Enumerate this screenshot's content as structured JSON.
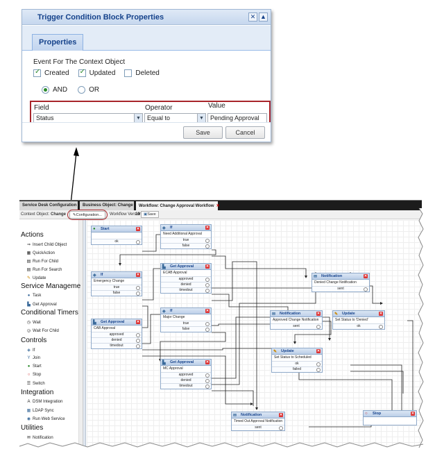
{
  "dialog": {
    "title": "Trigger Condition Block Properties",
    "tab": "Properties",
    "event_label": "Event For The Context Object",
    "events": [
      {
        "label": "Created",
        "checked": true
      },
      {
        "label": "Updated",
        "checked": true
      },
      {
        "label": "Deleted",
        "checked": false
      }
    ],
    "logic": [
      {
        "label": "AND",
        "selected": true
      },
      {
        "label": "OR",
        "selected": false
      }
    ],
    "columns": {
      "field": "Field",
      "operator": "Operator",
      "value": "Value"
    },
    "field_value": "Status",
    "operator_value": "Equal to",
    "value_value": "Pending Approval",
    "save": "Save",
    "cancel": "Cancel"
  },
  "workflow": {
    "tabs": [
      "Service Desk Configuration",
      "Business Object: Change",
      "Workflow: Change Approval Workflow"
    ],
    "context_label": "Context Object:",
    "context_value": "Change",
    "configuration": "Configuration...",
    "version_label": "Workflow Version:",
    "version_value": "19",
    "save": "Save",
    "toolbox": {
      "sections": [
        {
          "title": "Actions",
          "items": [
            {
              "label": "Insert Child Object",
              "icon": "insert-icon"
            },
            {
              "label": "QuickAction",
              "icon": "quickaction-icon"
            },
            {
              "label": "Run For Child",
              "icon": "run-child-icon"
            },
            {
              "label": "Run For Search",
              "icon": "run-search-icon"
            },
            {
              "label": "Update",
              "icon": "pencil-icon"
            }
          ]
        },
        {
          "title": "Service Manageme",
          "items": [
            {
              "label": "Task",
              "icon": "task-icon"
            },
            {
              "label": "Get Approval",
              "icon": "approval-icon"
            }
          ]
        },
        {
          "title": "Conditional Timers",
          "items": [
            {
              "label": "Wait",
              "icon": "clock-icon"
            },
            {
              "label": "Wait For Child",
              "icon": "clock-child-icon"
            }
          ]
        },
        {
          "title": "Controls",
          "items": [
            {
              "label": "If",
              "icon": "if-icon"
            },
            {
              "label": "Join",
              "icon": "join-icon"
            },
            {
              "label": "Start",
              "icon": "start-icon"
            },
            {
              "label": "Stop",
              "icon": "stop-icon"
            },
            {
              "label": "Switch",
              "icon": "switch-icon"
            }
          ]
        },
        {
          "title": "Integration",
          "items": [
            {
              "label": "DSM Integration",
              "icon": "dsm-icon"
            },
            {
              "label": "LDAP Sync",
              "icon": "ldap-icon"
            },
            {
              "label": "Run Web Service",
              "icon": "webservice-icon"
            }
          ]
        },
        {
          "title": "Utilities",
          "items": [
            {
              "label": "Notification",
              "icon": "notification-icon"
            }
          ]
        }
      ]
    },
    "nodes": {
      "start": {
        "title": "Start",
        "ports": [
          "ok"
        ]
      },
      "if1": {
        "title": "If",
        "desc": "Need Additional Approval",
        "ports": [
          "true",
          "false"
        ]
      },
      "if2": {
        "title": "If",
        "desc": "Emergency Change",
        "ports": [
          "true",
          "false"
        ]
      },
      "ga1": {
        "title": "Get Approval",
        "desc": "ECAB Approval",
        "ports": [
          "approved",
          "denied",
          "timedout"
        ]
      },
      "ga2": {
        "title": "Get Approval",
        "desc": "CAB Approval",
        "ports": [
          "approved",
          "denied",
          "timedout"
        ]
      },
      "if3": {
        "title": "If",
        "desc": "Major Change",
        "ports": [
          "true",
          "false"
        ]
      },
      "ga3": {
        "title": "Get Approval",
        "desc": "MC Approval",
        "ports": [
          "approved",
          "denied",
          "timedout"
        ]
      },
      "notif1": {
        "title": "Notification",
        "desc": "Denied Change Notification",
        "ports": [
          "sent"
        ]
      },
      "notif2": {
        "title": "Notification",
        "desc": "Approved Change Notification",
        "ports": [
          "sent"
        ]
      },
      "upd1": {
        "title": "Update",
        "desc": "Set Status to 'Denied'",
        "ports": [
          "ok"
        ]
      },
      "upd2": {
        "title": "Update",
        "desc": "Set Status to Scheduled",
        "ports": [
          "ok",
          "failed"
        ]
      },
      "notif3": {
        "title": "Notification",
        "desc": "Timed Out Approval Notification",
        "ports": [
          "sent"
        ]
      },
      "stop": {
        "title": "Stop"
      }
    }
  }
}
